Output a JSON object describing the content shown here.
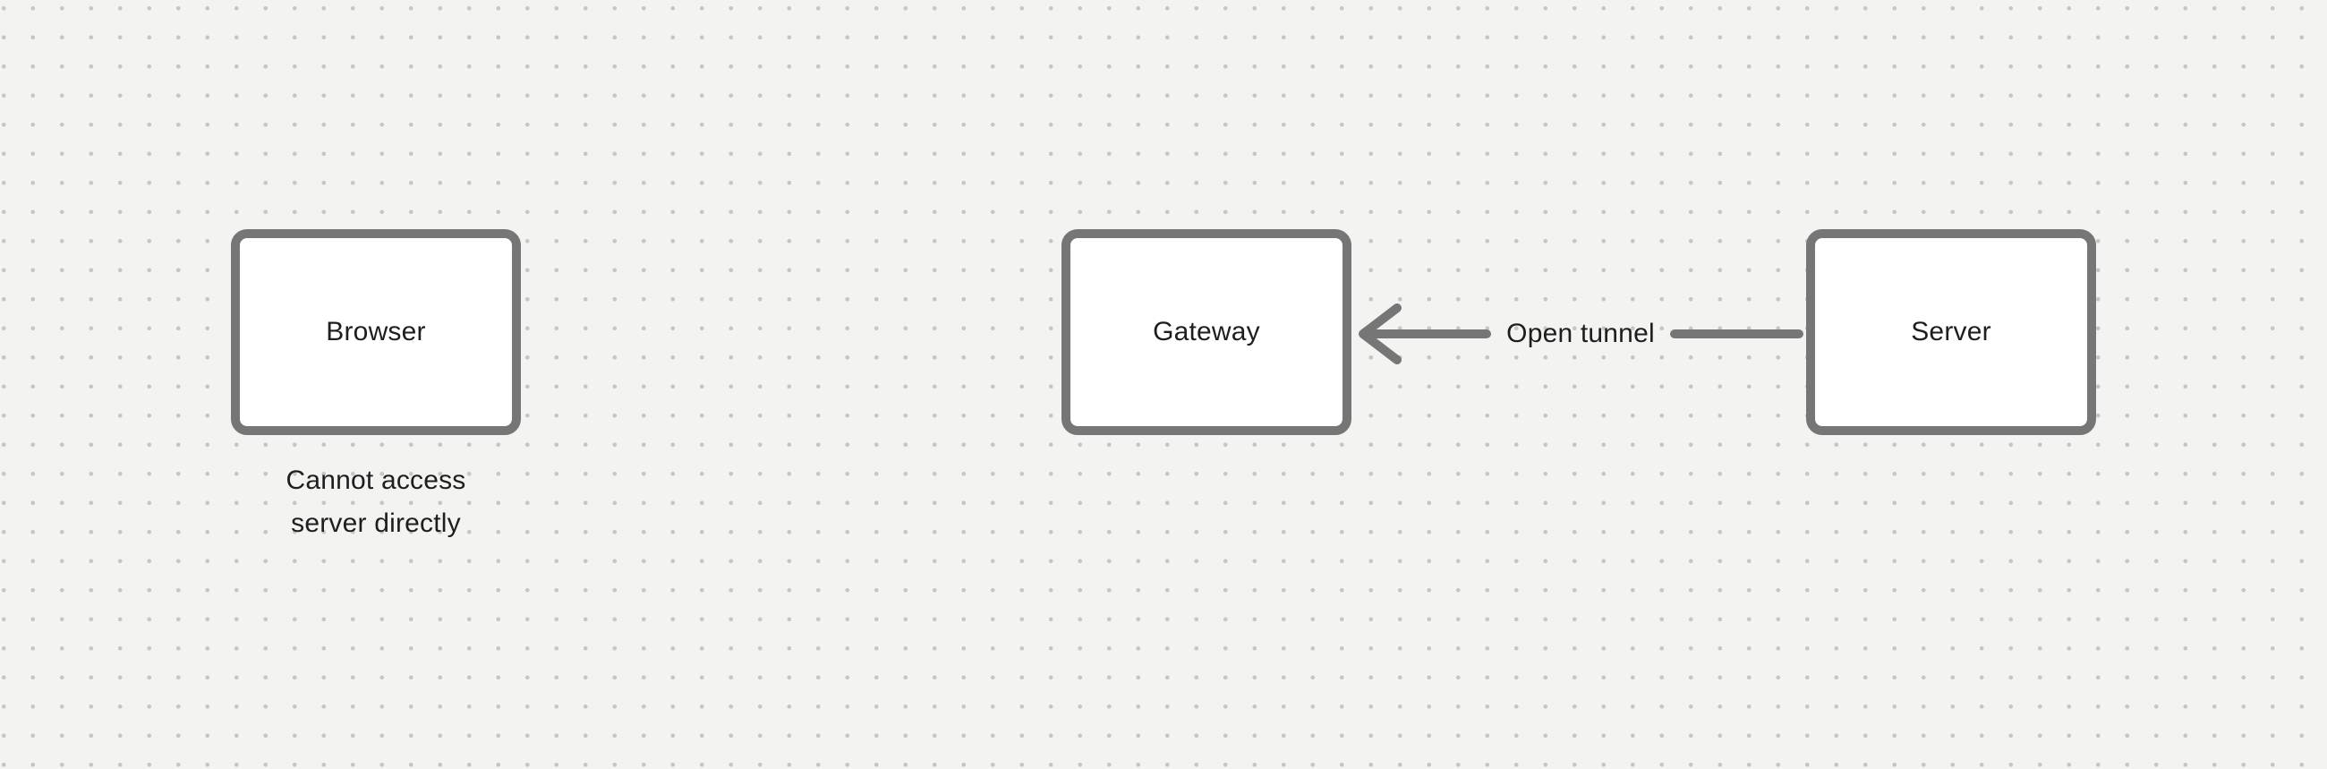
{
  "canvas": {
    "background_color": "#f3f3f1",
    "dot_color": "#c6c6c6",
    "stroke_color": "#767676",
    "text_color": "#1e1e1e",
    "node_fill_color": "#ffffff"
  },
  "nodes": [
    {
      "id": "browser",
      "label": "Browser"
    },
    {
      "id": "gateway",
      "label": "Gateway"
    },
    {
      "id": "server",
      "label": "Server"
    }
  ],
  "caption": {
    "lines": [
      "Cannot access",
      "server directly"
    ]
  },
  "arrow": {
    "label": "Open tunnel",
    "from_node": "Server",
    "to_node": "Gateway",
    "head_direction": "left"
  }
}
